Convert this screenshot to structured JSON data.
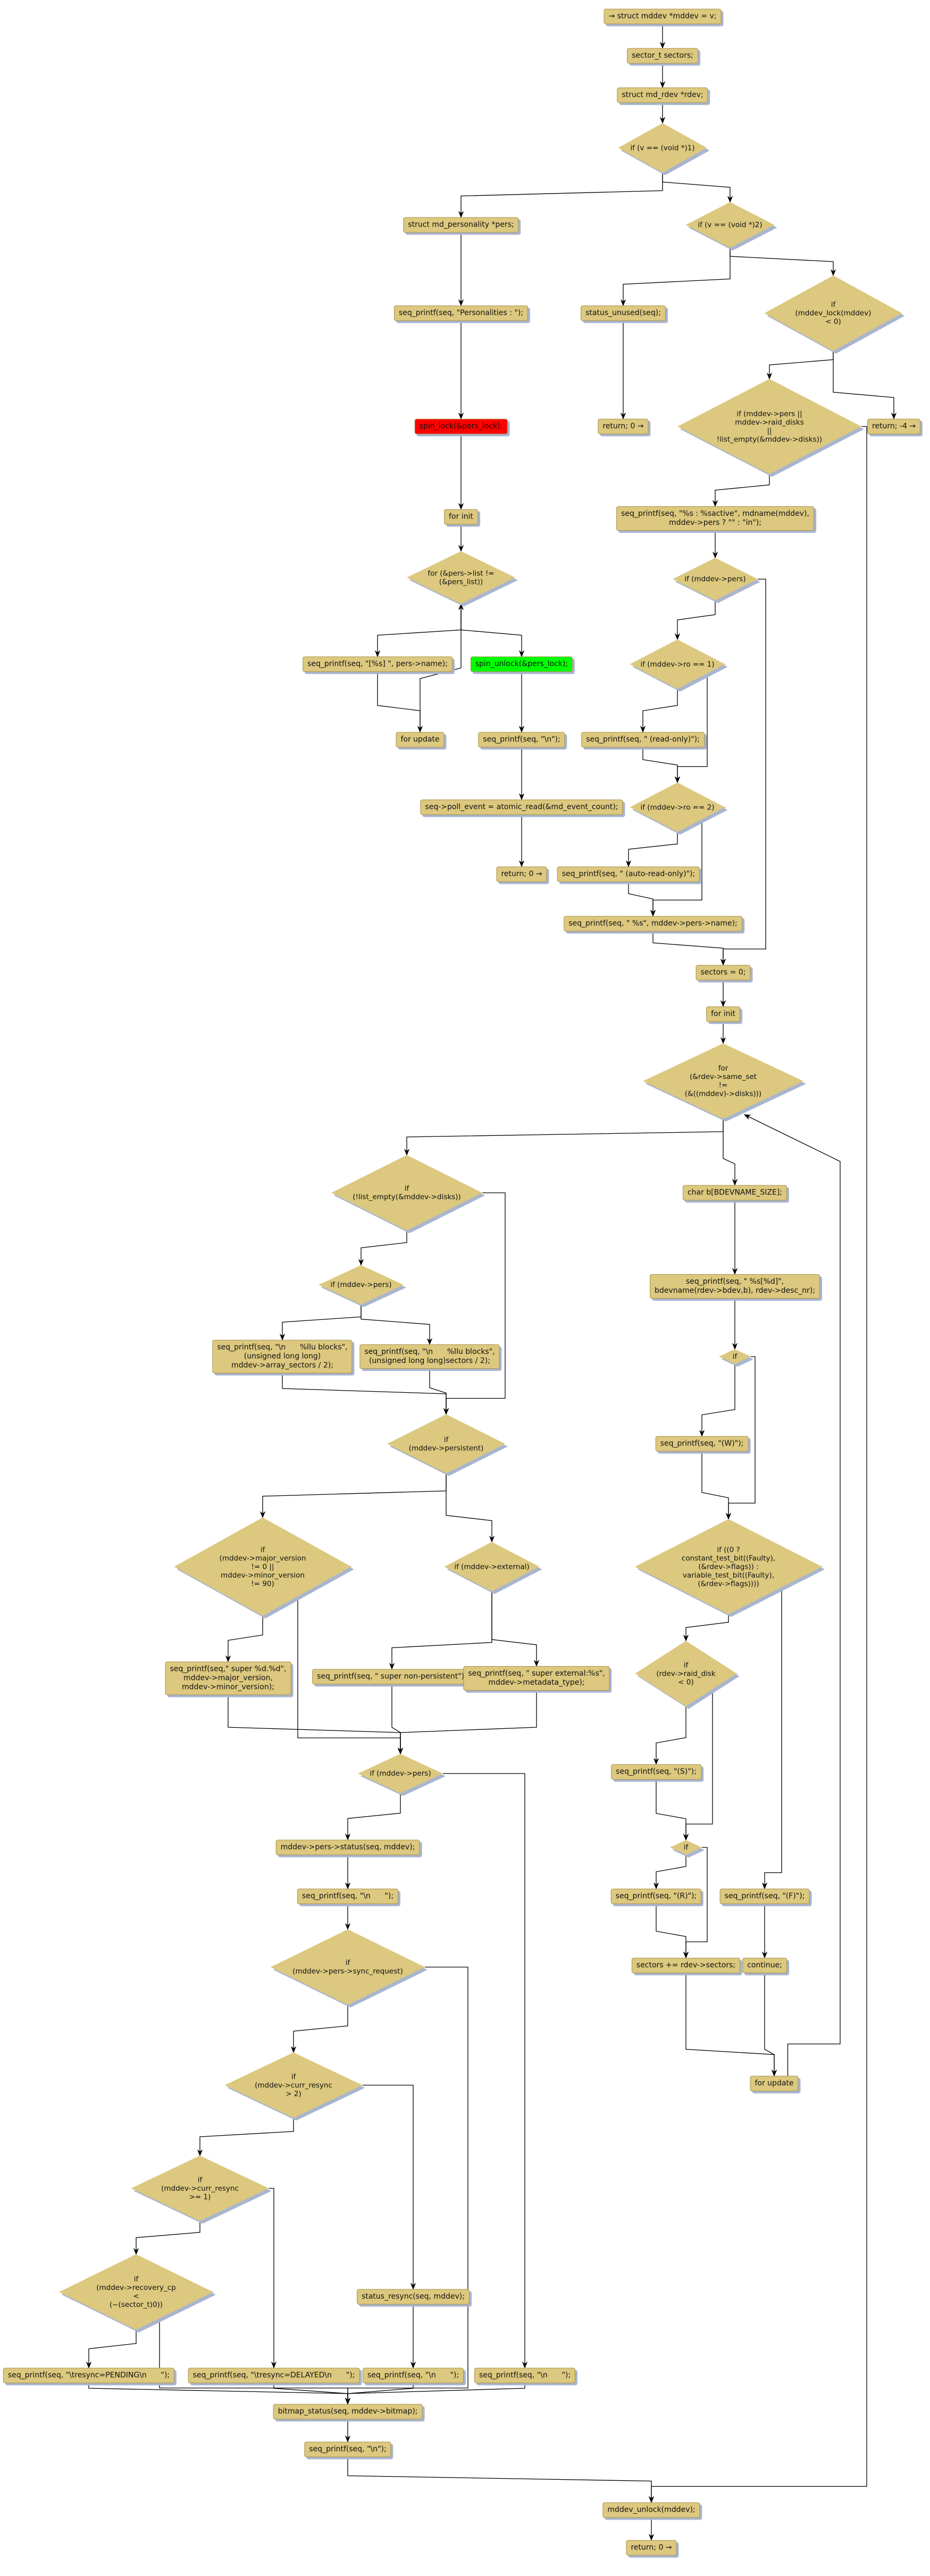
{
  "nodes": {
    "n1": "→ struct mddev *mddev = v;",
    "n2": "sector_t sectors;",
    "n3": "struct md_rdev *rdev;",
    "d1": "if (v == (void *)1)",
    "n4": "struct md_personality *pers;",
    "d2": "if (v == (void *)2)",
    "n5": "seq_printf(seq, \"Personalities : \");",
    "n6": "status_unused(seq);",
    "d3": "if\n(mddev_lock(mddev)\n< 0)",
    "n7": "spin_lock(&pers_lock);",
    "n8": "return; 0 →",
    "d4": "if (mddev->pers ||\nmddev->raid_disks\n||\n!list_empty(&mddev->disks))",
    "n9": "return; -4 →",
    "n10": "seq_printf(seq, \"%s : %sactive\", mdname(mddev),\nmddev->pers ? \"\" : \"in\");",
    "n11": "for init",
    "d5": "for (&pers->list !=\n(&pers_list))",
    "d6": "if (mddev->pers)",
    "n12": "seq_printf(seq, \"[%s] \", pers->name);",
    "n13": "spin_unlock(&pers_lock);",
    "d7": "if (mddev->ro == 1)",
    "n14": "for update",
    "n15": "seq_printf(seq, \"\\n\");",
    "n16": "seq_printf(seq, \" (read-only)\");",
    "n17": "seq->poll_event = atomic_read(&md_event_count);",
    "d8": "if (mddev->ro == 2)",
    "n18": "return; 0 →",
    "n19": "seq_printf(seq, \" (auto-read-only)\");",
    "n20": "seq_printf(seq, \" %s\", mddev->pers->name);",
    "n21": "sectors = 0;",
    "n22": "for init",
    "d9": "for\n(&rdev->same_set\n!=\n(&((mddev)->disks)))",
    "d10": "if\n(!list_empty(&mddev->disks))",
    "n23": "char b[BDEVNAME_SIZE];",
    "d11": "if (mddev->pers)",
    "n24": "seq_printf(seq, \" %s[%d]\",\nbdevname(rdev->bdev,b), rdev->desc_nr);",
    "n25": "seq_printf(seq, \"\\n      %llu blocks\",\n(unsigned long long)\nmddev->array_sectors / 2);",
    "n26": "seq_printf(seq, \"\\n      %llu blocks\",\n(unsigned long long)sectors / 2);",
    "d12": "if",
    "d13": "if\n(mddev->persistent)",
    "n27": "seq_printf(seq, \"(W)\");",
    "d14": "if\n(mddev->major_version\n!= 0 ||\nmddev->minor_version\n!= 90)",
    "d15": "if (mddev->external)",
    "d16": "if ((0 ?\nconstant_test_bit((Faulty),\n(&rdev->flags)) :\nvariable_test_bit((Faulty),\n(&rdev->flags))))",
    "n28": "seq_printf(seq,\" super %d.%d\",\nmddev->major_version,\nmddev->minor_version);",
    "n29": "seq_printf(seq, \" super non-persistent\");",
    "n30": "seq_printf(seq, \" super external:%s\",\nmddev->metadata_type);",
    "d17": "if\n(rdev->raid_disk\n< 0)",
    "n31": "seq_printf(seq, \"(S)\");",
    "d18": "if (mddev->pers)",
    "n32": "mddev->pers->status(seq, mddev);",
    "d19": "if",
    "n33": "seq_printf(seq, \"\\n      \");",
    "n34": "seq_printf(seq, \"(R)\");",
    "n35": "seq_printf(seq, \"(F)\");",
    "d20": "if\n(mddev->pers->sync_request)",
    "n36": "sectors += rdev->sectors;",
    "n37": "continue;",
    "d21": "if\n(mddev->curr_resync\n> 2)",
    "n38": "for update",
    "d22": "if\n(mddev->curr_resync\n>= 1)",
    "d23": "if\n(mddev->recovery_cp\n<\n(~(sector_t)0))",
    "n39": "status_resync(seq, mddev);",
    "n40": "seq_printf(seq, \"\\tresync=PENDING\\n      \");",
    "n41": "seq_printf(seq, \"\\tresync=DELAYED\\n      \");",
    "n42": "seq_printf(seq, \"\\n      \");",
    "n43": "seq_printf(seq, \"\\n      \");",
    "n44": "bitmap_status(seq, mddev->bitmap);",
    "n45": "seq_printf(seq, \"\\n\");",
    "n46": "mddev_unlock(mddev);",
    "n47": "return; 0 →"
  },
  "colors": {
    "node_fill": "#dcc87e",
    "lock_node": "#ff0000",
    "unlock_node": "#00ff00",
    "shadow": "#a9b5cf"
  }
}
